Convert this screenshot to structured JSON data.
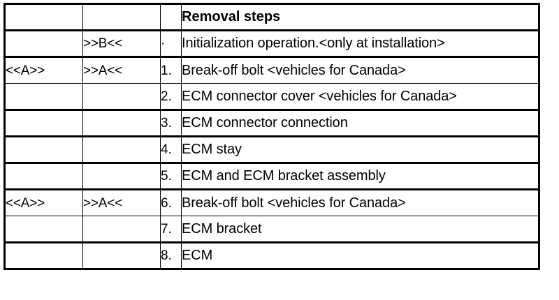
{
  "table": {
    "title": "Removal steps table",
    "columns": [
      {
        "key": "mark_a",
        "header": ""
      },
      {
        "key": "mark_b",
        "header": ""
      },
      {
        "key": "number",
        "header": ""
      },
      {
        "key": "step",
        "header": "Removal steps"
      }
    ],
    "header": {
      "mark_a": "",
      "mark_b": "",
      "number": "",
      "step": "Removal steps"
    },
    "rows": [
      {
        "mark_a": "",
        "mark_b": ">>B<<",
        "number": "·",
        "step": "Initialization operation.<only at installation>"
      },
      {
        "mark_a": "<<A>>",
        "mark_b": ">>A<<",
        "number": "1.",
        "step": "Break-off bolt <vehicles for Canada>"
      },
      {
        "mark_a": "",
        "mark_b": "",
        "number": "2.",
        "step": "ECM connector cover <vehicles for Canada>"
      },
      {
        "mark_a": "",
        "mark_b": "",
        "number": "3.",
        "step": "ECM connector connection"
      },
      {
        "mark_a": "",
        "mark_b": "",
        "number": "4.",
        "step": "ECM stay"
      },
      {
        "mark_a": "",
        "mark_b": "",
        "number": "5.",
        "step": "ECM and ECM bracket assembly"
      },
      {
        "mark_a": "<<A>>",
        "mark_b": ">>A<<",
        "number": "6.",
        "step": "Break-off bolt <vehicles for Canada>"
      },
      {
        "mark_a": "",
        "mark_b": "",
        "number": "7.",
        "step": "ECM bracket"
      },
      {
        "mark_a": "",
        "mark_b": "",
        "number": "8.",
        "step": "ECM"
      }
    ]
  },
  "colors": {
    "page_background": "#ffffff",
    "cell_background": "#ffffff",
    "border": "#000000",
    "text": "#000000"
  }
}
